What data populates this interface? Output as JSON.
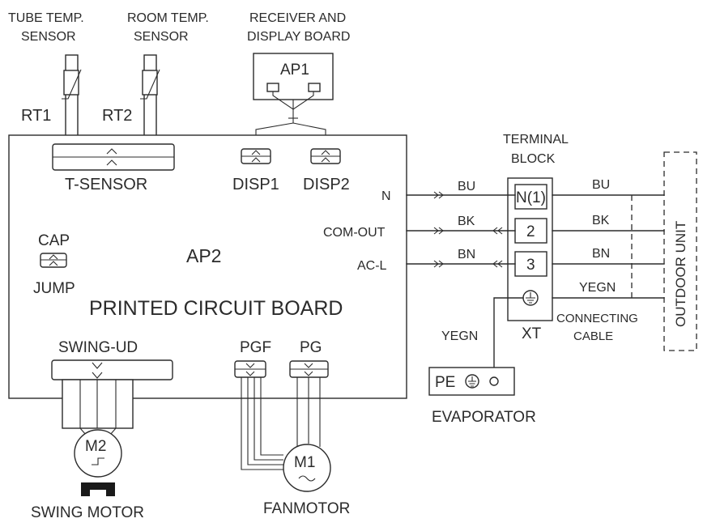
{
  "labels": {
    "tube_temp_sensor": [
      "TUBE TEMP.",
      "SENSOR"
    ],
    "room_temp_sensor": [
      "ROOM TEMP.",
      "SENSOR"
    ],
    "receiver_display": [
      "RECEIVER AND",
      "DISPLAY BOARD"
    ],
    "ap1": "AP1",
    "rt1": "RT1",
    "rt2": "RT2",
    "t_sensor": "T-SENSOR",
    "disp1": "DISP1",
    "disp2": "DISP2",
    "cap": "CAP",
    "jump": "JUMP",
    "ap2": "AP2",
    "pcb": "PRINTED CIRCUIT BOARD",
    "swing_ud": "SWING-UD",
    "pgf": "PGF",
    "pg": "PG",
    "m2": "M2",
    "m1": "M1",
    "swing_motor": "SWING MOTOR",
    "fanmotor": "FANMOTOR",
    "terminal_block": [
      "TERMINAL",
      "BLOCK"
    ],
    "pin_n": "N",
    "pin_com_out": "COM-OUT",
    "pin_ac_l": "AC-L",
    "terminal_n1": "N(1)",
    "terminal_2": "2",
    "terminal_3": "3",
    "xt": "XT",
    "outdoor_unit": "OUTDOOR UNIT",
    "connecting_cable": [
      "CONNECTING",
      "CABLE"
    ],
    "pe": "PE",
    "evaporator": "EVAPORATOR",
    "wire_bu_in": "BU",
    "wire_bk_in": "BK",
    "wire_bn_in": "BN",
    "wire_bu_out": "BU",
    "wire_bk_out": "BK",
    "wire_bn_out": "BN",
    "wire_yegn_out": "YEGN",
    "wire_yegn_pe": "YEGN"
  }
}
